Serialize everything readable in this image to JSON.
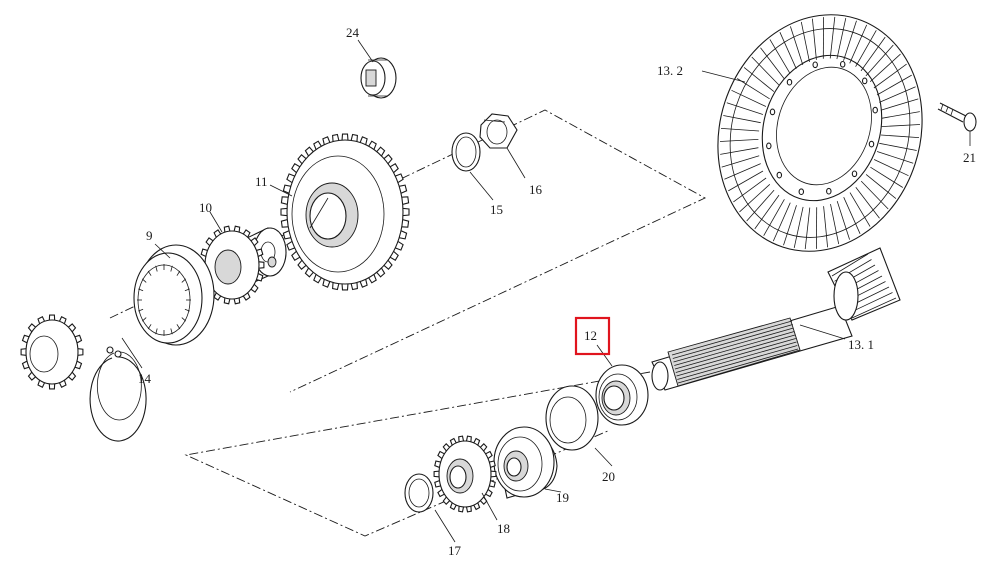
{
  "diagram": {
    "highlight_color": "#e0141e",
    "highlighted_callout": "12",
    "callouts": [
      "24",
      "13. 2",
      "21",
      "11",
      "15",
      "16",
      "10",
      "9",
      "14",
      "12",
      "13. 1",
      "20",
      "19",
      "18",
      "17"
    ]
  }
}
